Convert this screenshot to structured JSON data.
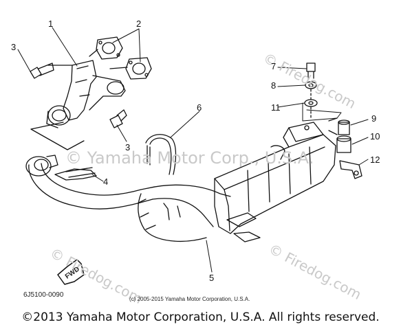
{
  "watermarks": {
    "top_right": "© Firedog.com",
    "center": "© Yamaha Motor Corp., U.S.A.",
    "bottom_left": "© Firedog.com",
    "bottom_right": "© Firedog.com"
  },
  "callouts": [
    "1",
    "2",
    "3",
    "3",
    "4",
    "5",
    "6",
    "7",
    "8",
    "9",
    "10",
    "11",
    "12"
  ],
  "part_code": "6J5100-0090",
  "fwd_label": "FWD",
  "diagram_copyright": "(c) 2005-2015 Yamaha Motor Corporation, U.S.A.",
  "footer": "©2013 Yamaha Motor Corporation, U.S.A. All rights reserved.",
  "colors": {
    "line": "#111111",
    "watermark": "#c9c9c9"
  }
}
